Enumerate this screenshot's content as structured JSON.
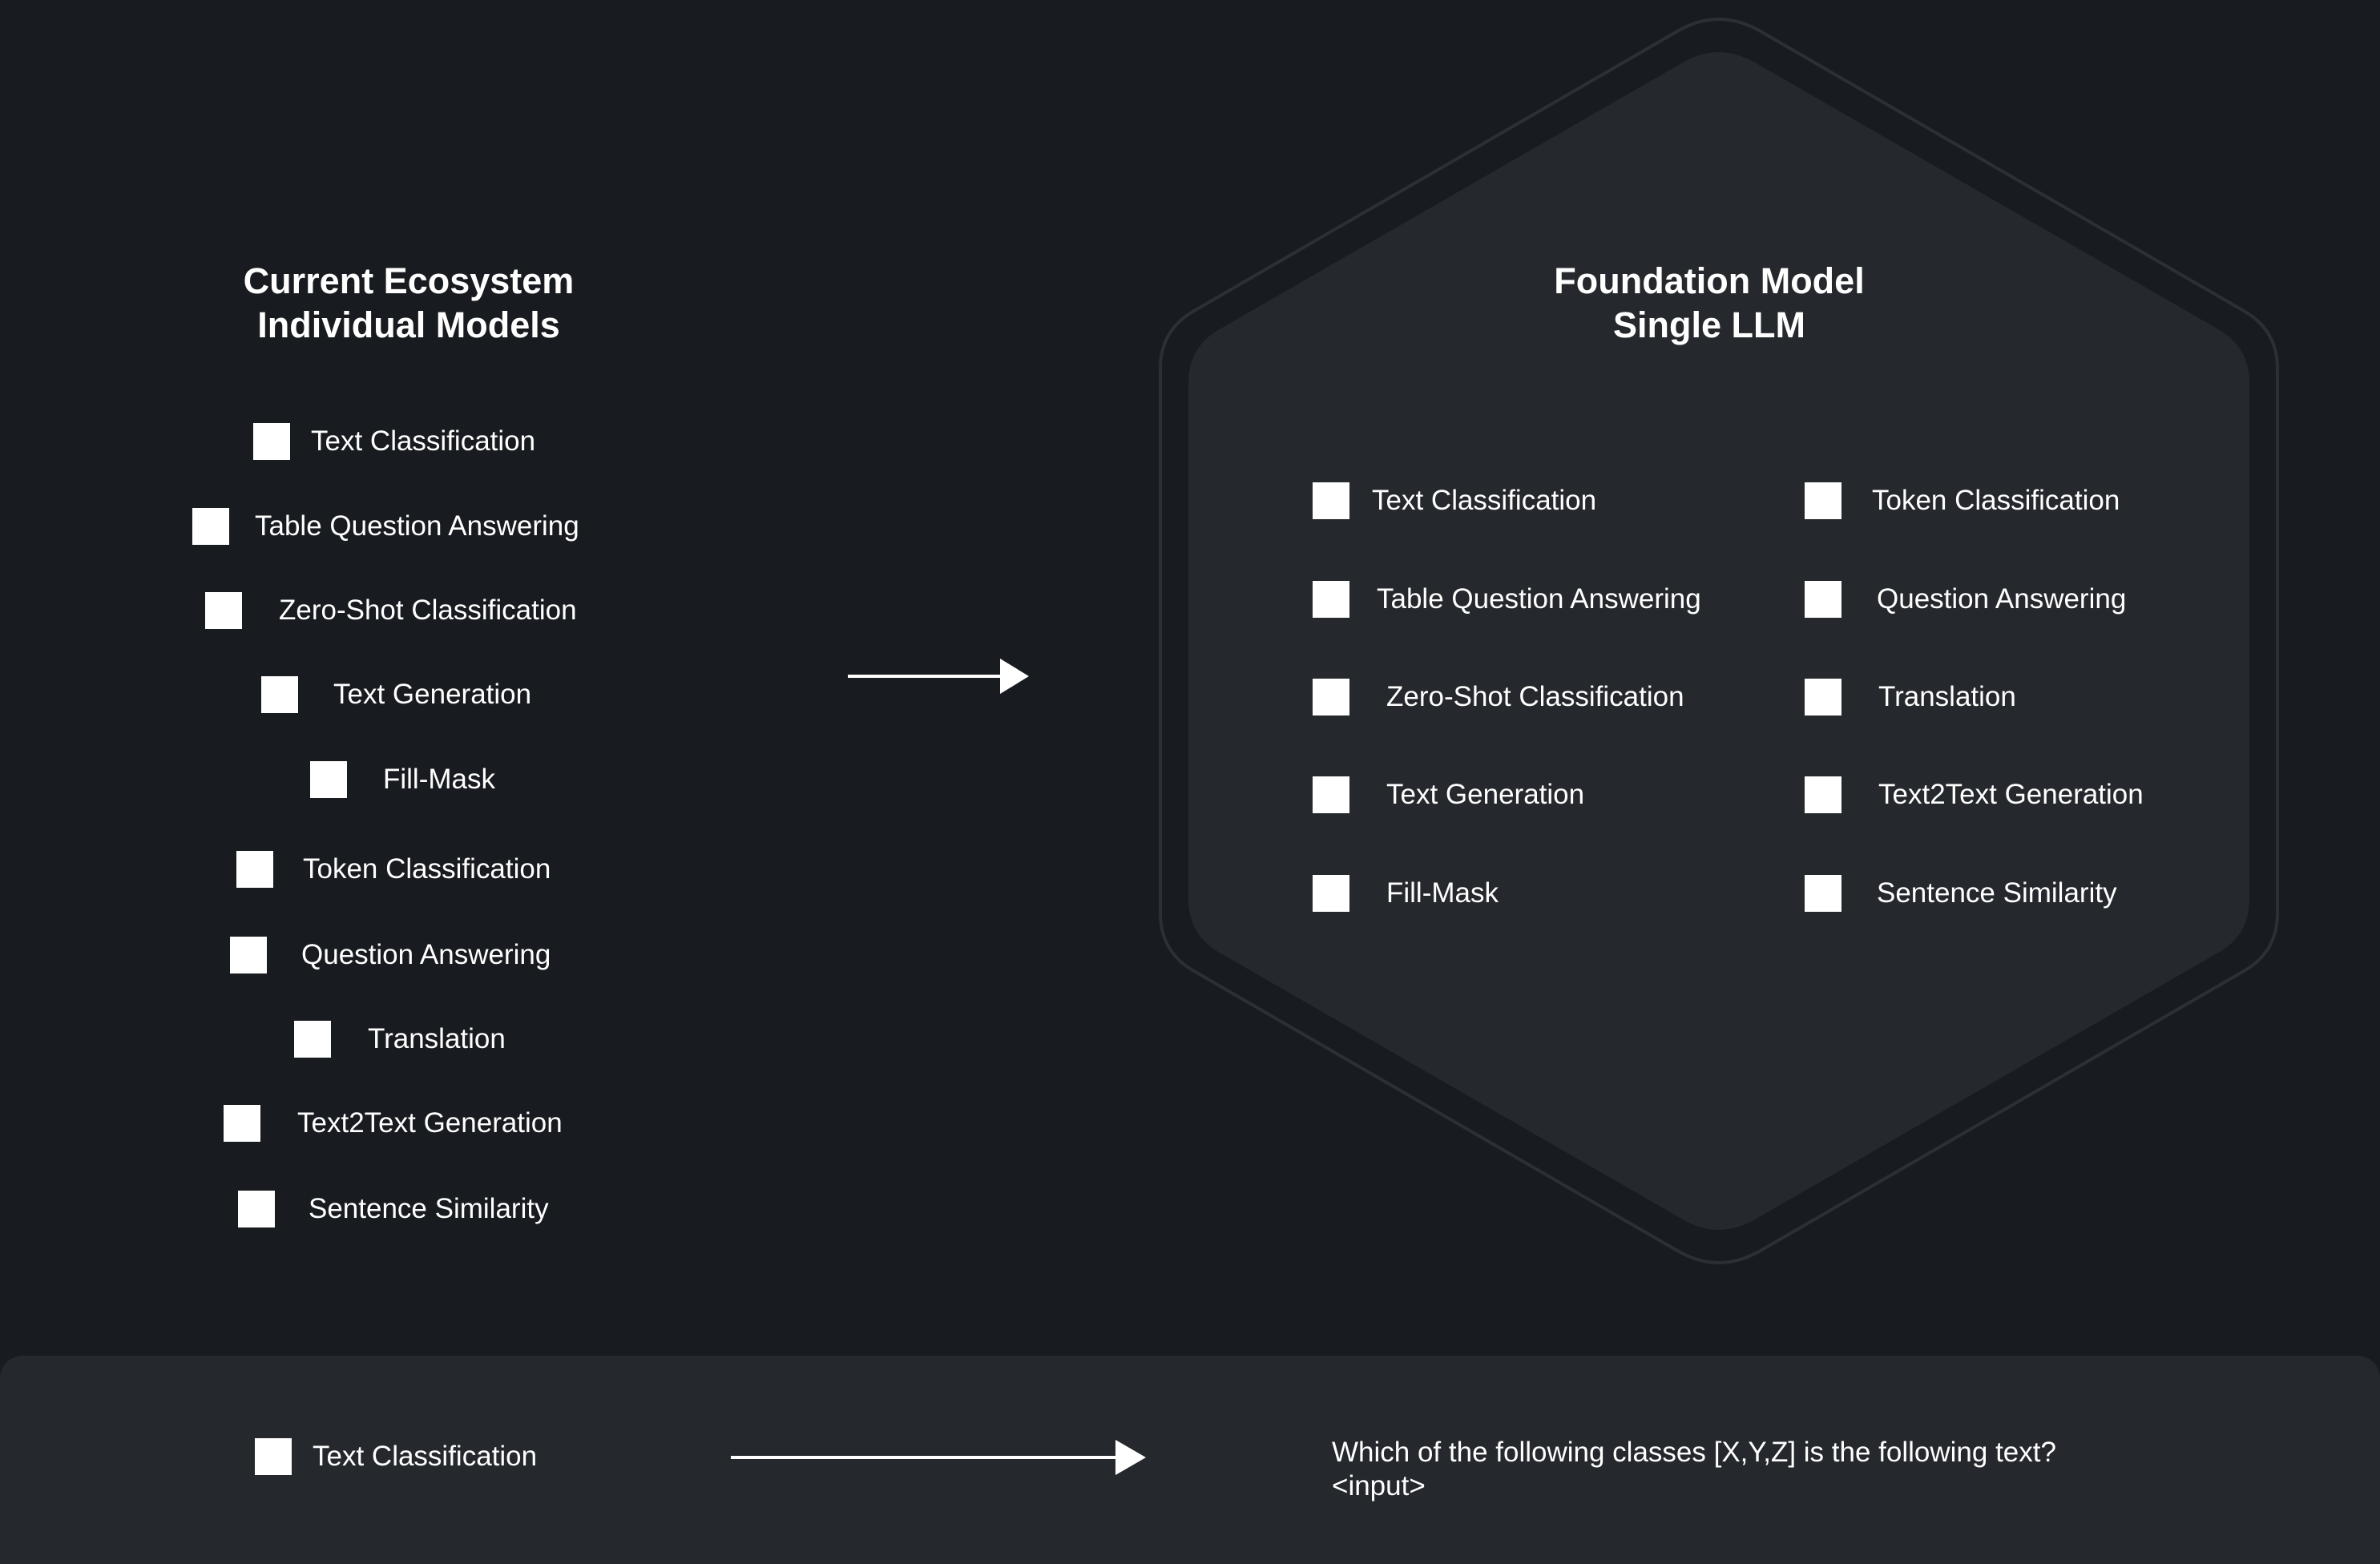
{
  "left_panel": {
    "title_line1": "Current Ecosystem",
    "title_line2": "Individual Models",
    "items": [
      "Text Classification",
      "Table Question Answering",
      "Zero-Shot Classification",
      "Text Generation",
      "Fill-Mask",
      "Token Classification",
      "Question Answering",
      "Translation",
      "Text2Text Generation",
      "Sentence Similarity"
    ]
  },
  "right_panel": {
    "title_line1": "Foundation Model",
    "title_line2": "Single LLM",
    "col1": [
      "Text Classification",
      "Table Question Answering",
      "Zero-Shot Classification",
      "Text Generation",
      "Fill-Mask"
    ],
    "col2": [
      "Token Classification",
      "Question Answering",
      "Translation",
      "Text2Text Generation",
      "Sentence Similarity"
    ]
  },
  "bottom": {
    "task_label": "Text Classification",
    "prompt_line1": "Which of the following classes [X,Y,Z] is the following text?",
    "prompt_line2": "<input>"
  },
  "colors": {
    "background": "#181b1f",
    "hexagon_fill": "#25282c",
    "bottom_panel": "#25282c",
    "foreground": "#ffffff"
  }
}
